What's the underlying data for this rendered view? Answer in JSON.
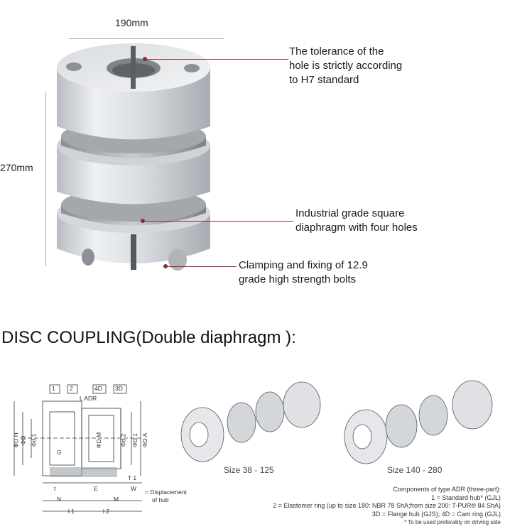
{
  "dimensions": {
    "width": "190mm",
    "height": "270mm"
  },
  "callouts": [
    {
      "lines": [
        "The tolerance of the",
        "hole is strictly according",
        "to H7 standard"
      ]
    },
    {
      "lines": [
        "Industrial grade square",
        "diaphragm with four holes"
      ]
    },
    {
      "lines": [
        "Clamping and fixing of 12.9",
        "grade high strength bolts"
      ]
    }
  ],
  "section_title": "DISC COUPLING(Double diaphragm ):",
  "drawing": {
    "header_boxes": [
      "1",
      "2",
      "4D",
      "3D"
    ],
    "header_dim": "L ADR",
    "left_labels": [
      "ΦD H",
      "ΦD",
      "Φd 1",
      "G",
      "ΦD M",
      "Φd 2",
      "ΦD 1",
      "ΦD A"
    ],
    "bottom_labels": [
      "t",
      "E",
      "W",
      "N",
      "l 1",
      "M",
      "l 2",
      "T 1"
    ],
    "displacement_note": "= Displacement",
    "displacement_note_2": "of hub",
    "size_a": "Size 38 - 125",
    "size_b": "Size 140 - 280",
    "notes": [
      "Components of type ADR (three-part):",
      "1 = Standard hub* (GJL)",
      "2 = Elastomer ring (up to size 180: NBR 78 ShA;from size 200: T-PUR® 84 ShA)",
      "3D = Flange hub (GJS); 4D = Cam ring (GJL)",
      "* To be used preferably on driving side"
    ]
  },
  "colors": {
    "leader": "#8b2e2e",
    "metal_light": "#e6e8eb",
    "metal_mid": "#c4c8cd",
    "metal_dark": "#9aa0a7"
  }
}
